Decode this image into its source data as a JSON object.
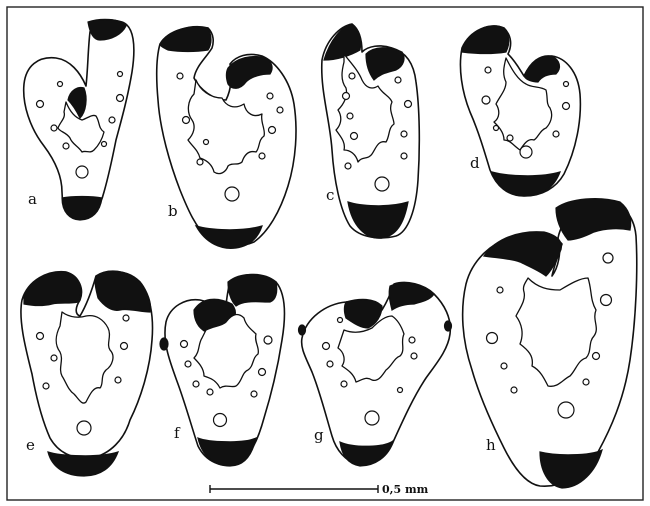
{
  "figure": {
    "labels": {
      "a": "a",
      "b": "b",
      "c": "c",
      "d": "d",
      "e": "e",
      "f": "f",
      "g": "g",
      "h": "h"
    },
    "scale_bar_label": "0,5 mm"
  }
}
